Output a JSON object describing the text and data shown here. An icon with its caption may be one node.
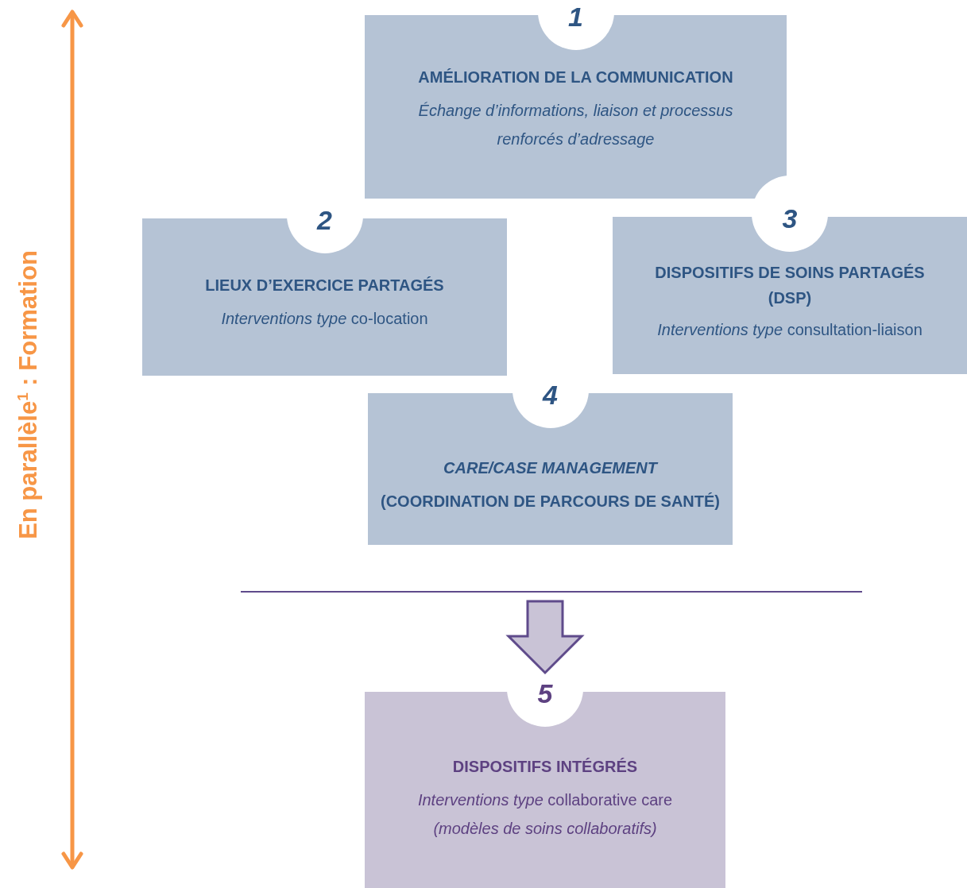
{
  "diagram": {
    "nodes": [
      {
        "text": [
          "1",
          "AMÉLIORATION DE LA COMMUNICATION",
          "Échange d’informations, liaison et processus renforcés d’adressage"
        ]
      },
      {
        "text": [
          "2",
          "LIEUX D’EXERCICE PARTAGÉS",
          "*Interventions type* co-location"
        ]
      },
      {
        "text": [
          "3",
          "DISPOSITIFS DE SOINS PARTAGÉS (DSP)",
          "*Interventions type* consultation-liaison"
        ]
      },
      {
        "text": [
          "4",
          "CARE/CASE MANAGEMENT",
          "(COORDINATION DE PARCOURS DE SANTÉ)"
        ]
      },
      {
        "text": [
          "5",
          "DISPOSITIFS INTÉGRÉS",
          "*Interventions type* collaborative care",
          "(modèles de soins collaboratifs)"
        ]
      }
    ],
    "edges": [
      {
        "from": null,
        "to": 4,
        "arrow": "to"
      }
    ],
    "labels": [
      "En parallèle$^{1}$ : Formation"
    ]
  }
}
